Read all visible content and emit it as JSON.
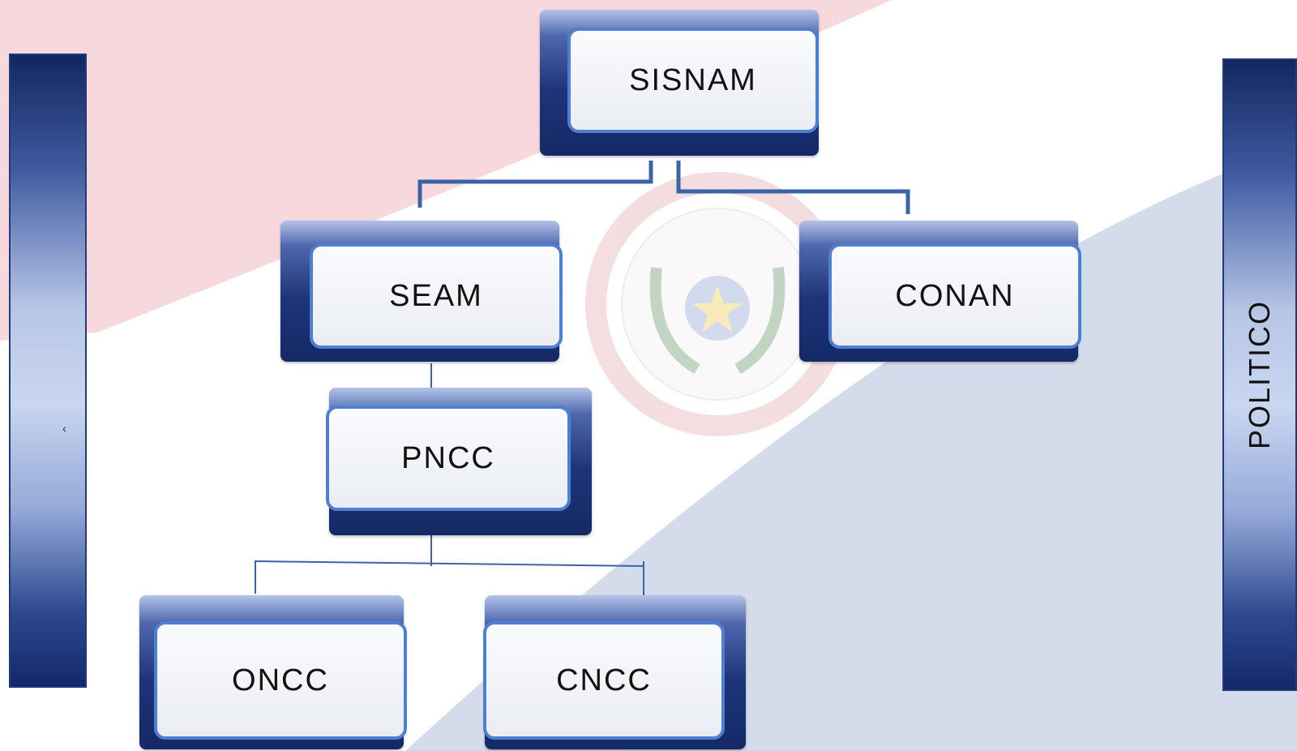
{
  "diagram": {
    "nodes": {
      "sisnam": {
        "label": "SISNAM"
      },
      "seam": {
        "label": "SEAM"
      },
      "conan": {
        "label": "CONAN"
      },
      "pncc": {
        "label": "PNCC"
      },
      "oncc": {
        "label": "ONCC"
      },
      "cncc": {
        "label": "CNCC"
      }
    },
    "edges": [
      {
        "from": "SISNAM",
        "to": "SEAM"
      },
      {
        "from": "SISNAM",
        "to": "CONAN"
      },
      {
        "from": "SEAM",
        "to": "PNCC"
      },
      {
        "from": "PNCC",
        "to": "ONCC"
      },
      {
        "from": "PNCC",
        "to": "CNCC"
      }
    ]
  },
  "side_bars": {
    "right_label": "POLITICO",
    "left_mark": "‹"
  },
  "colors": {
    "flag_red": "#f7d8dc",
    "flag_blue": "#d4dceb",
    "node_border": "#4f7fd0",
    "node_back": "#1f3478",
    "connector": "#3b64a8"
  }
}
